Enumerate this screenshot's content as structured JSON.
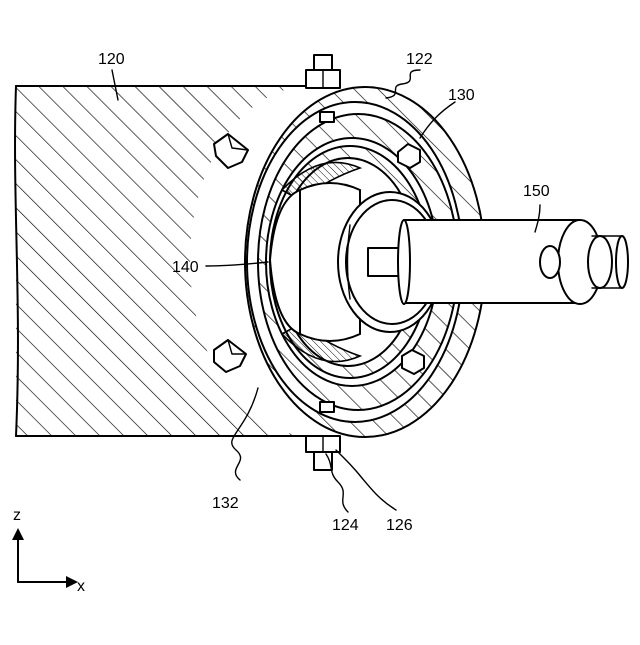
{
  "labels": {
    "body": "120",
    "outer_ring": "122",
    "fastener_bottom": "124",
    "nut_bottom": "126",
    "inner_ring": "130",
    "insert": "132",
    "plate": "140",
    "shaft": "150"
  },
  "axes": {
    "vertical": "z",
    "horizontal": "x"
  }
}
